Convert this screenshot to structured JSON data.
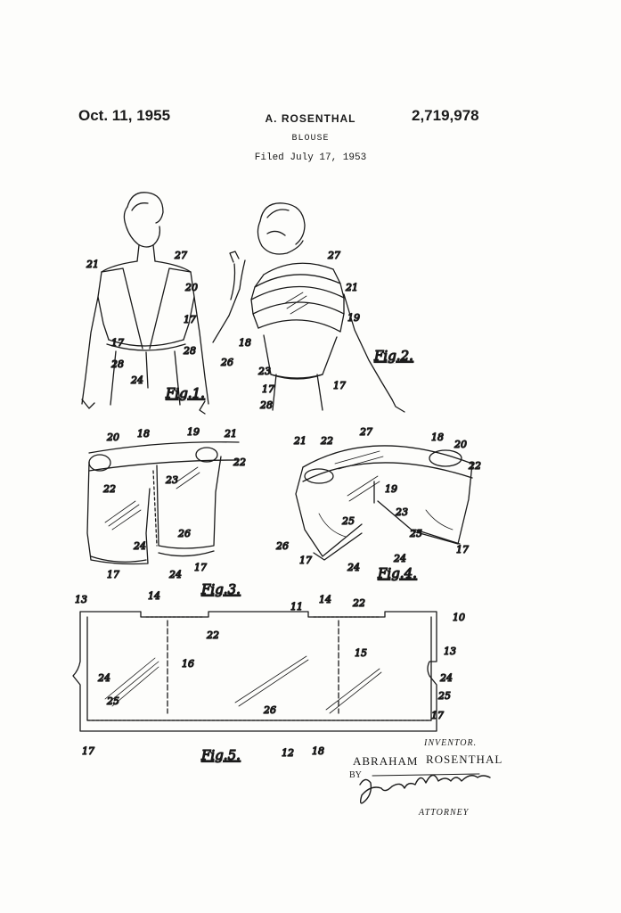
{
  "header": {
    "date": "Oct. 11, 1955",
    "inventor_short": "A. ROSENTHAL",
    "patent_number": "2,719,978",
    "title": "BLOUSE",
    "filed": "Filed July 17, 1953"
  },
  "figures": {
    "fig1": "Fig.1.",
    "fig2": "Fig.2.",
    "fig3": "Fig.3.",
    "fig4": "Fig.4.",
    "fig5": "Fig.5."
  },
  "ref_numerals": {
    "fig1": [
      "21",
      "27",
      "20",
      "17",
      "17",
      "28",
      "28",
      "24"
    ],
    "fig2": [
      "27",
      "21",
      "19",
      "18",
      "26",
      "23",
      "17",
      "17",
      "28"
    ],
    "fig3": [
      "20",
      "18",
      "19",
      "21",
      "22",
      "22",
      "23",
      "24",
      "26",
      "17",
      "24",
      "17"
    ],
    "fig4": [
      "21",
      "22",
      "27",
      "18",
      "20",
      "22",
      "19",
      "23",
      "25",
      "25",
      "26",
      "17",
      "24",
      "24",
      "17"
    ],
    "fig5": [
      "13",
      "14",
      "11",
      "14",
      "22",
      "10",
      "22",
      "16",
      "15",
      "13",
      "24",
      "24",
      "25",
      "25",
      "26",
      "17",
      "17",
      "12",
      "18"
    ]
  },
  "signature_block": {
    "caption": "INVENTOR.",
    "first_name": "ABRAHAM",
    "last_name": "ROSENTHAL",
    "by": "BY",
    "attorney": "ATTORNEY"
  }
}
